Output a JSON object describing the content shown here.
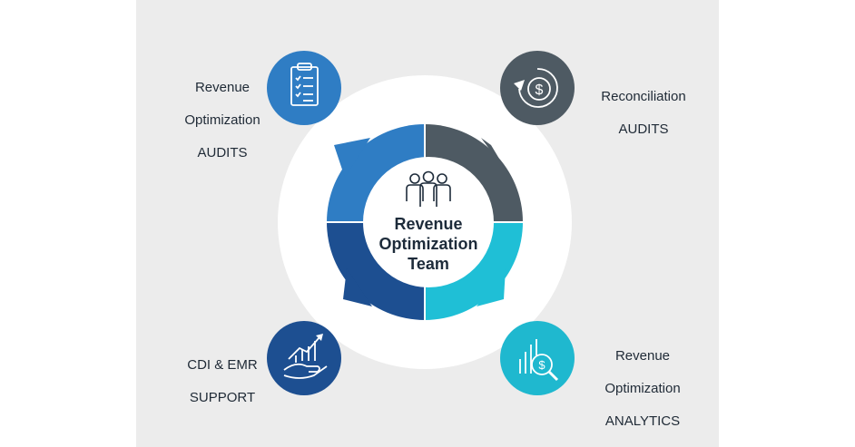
{
  "center": {
    "lines": [
      "Revenue",
      "Optimization",
      "Team"
    ],
    "icon": "team-icon"
  },
  "nodes": [
    {
      "id": "audits",
      "lines": [
        "Revenue",
        "Optimization",
        "AUDITS"
      ],
      "icon": "clipboard-checklist-icon",
      "color": "#2f7dc4"
    },
    {
      "id": "reconciliation",
      "lines": [
        "Reconciliation",
        "AUDITS"
      ],
      "icon": "dollar-cycle-icon",
      "color": "#4e5a63"
    },
    {
      "id": "cdi",
      "lines": [
        "CDI & EMR",
        "SUPPORT"
      ],
      "icon": "hand-growth-chart-icon",
      "color": "#1d4f91"
    },
    {
      "id": "analytics",
      "lines": [
        "Revenue",
        "Optimization",
        "ANALYTICS"
      ],
      "icon": "analytics-magnifier-icon",
      "color": "#1fb8cf"
    }
  ],
  "quadrants": {
    "top_left": "#2f7dc4",
    "top_right": "#4e5a63",
    "bottom_left": "#1d4f91",
    "bottom_right": "#1fbfd6"
  }
}
